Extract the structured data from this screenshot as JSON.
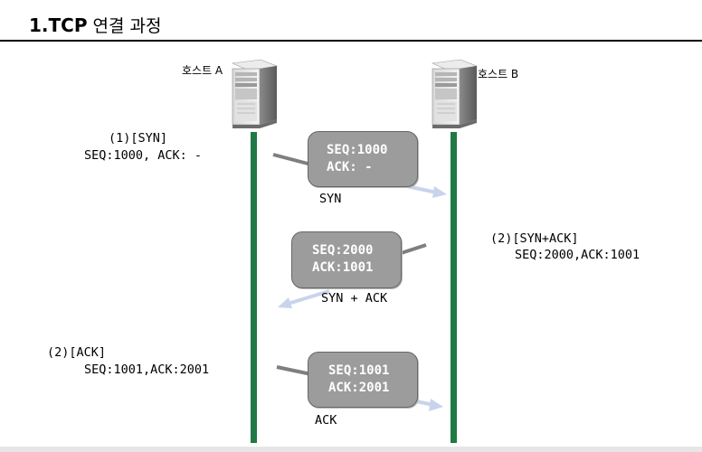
{
  "title": {
    "bold": "1.TCP",
    "rest": "연결 과정"
  },
  "hosts": {
    "a": "호스트 A",
    "b": "호스트 B"
  },
  "steps": [
    {
      "label": "(1)[SYN]",
      "detail": "SEQ:1000, ACK: -",
      "box_seq": "SEQ:1000",
      "box_ack": "ACK: -",
      "flag": "SYN"
    },
    {
      "label": "(2)[SYN+ACK]",
      "detail": "SEQ:2000,ACK:1001",
      "box_seq": "SEQ:2000",
      "box_ack": "ACK:1001",
      "flag": "SYN + ACK"
    },
    {
      "label": "(2)[ACK]",
      "detail": "SEQ:1001,ACK:2001",
      "box_seq": "SEQ:1001",
      "box_ack": "ACK:2001",
      "flag": "ACK"
    }
  ],
  "colors": {
    "timeline": "#1f7a45",
    "arrow": "#c9d3ec",
    "lead": "#7f7f7f",
    "box": "#9c9c9c"
  }
}
